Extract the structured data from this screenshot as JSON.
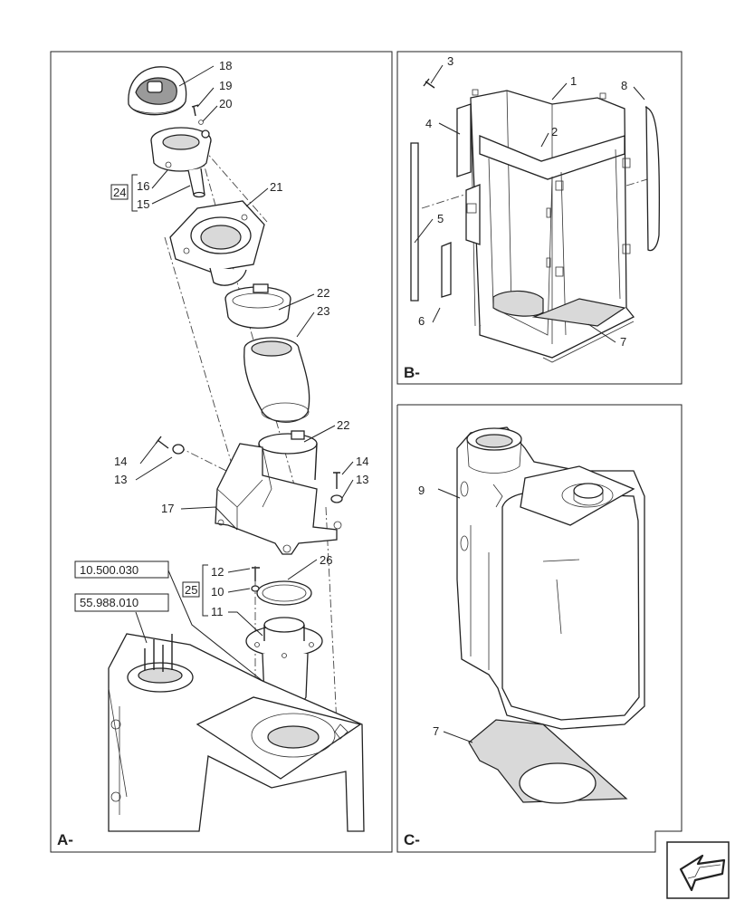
{
  "panels": {
    "a_label": "A-",
    "b_label": "B-",
    "c_label": "C-"
  },
  "references": {
    "ref1": "10.500.030",
    "ref2": "55.988.010"
  },
  "callouts": {
    "c1": "1",
    "c2": "2",
    "c3": "3",
    "c4": "4",
    "c5": "5",
    "c6": "6",
    "c7b": "7",
    "c7c": "7",
    "c8": "8",
    "c9": "9",
    "c10": "10",
    "c11": "11",
    "c12": "12",
    "c13a": "13",
    "c13b": "13",
    "c14a": "14",
    "c14b": "14",
    "c15": "15",
    "c16": "16",
    "c17": "17",
    "c18": "18",
    "c19": "19",
    "c20": "20",
    "c21": "21",
    "c22a": "22",
    "c22b": "22",
    "c23": "23",
    "c24": "24",
    "c25": "25",
    "c26": "26"
  },
  "nav": {
    "icon": "arrow-left-icon"
  }
}
